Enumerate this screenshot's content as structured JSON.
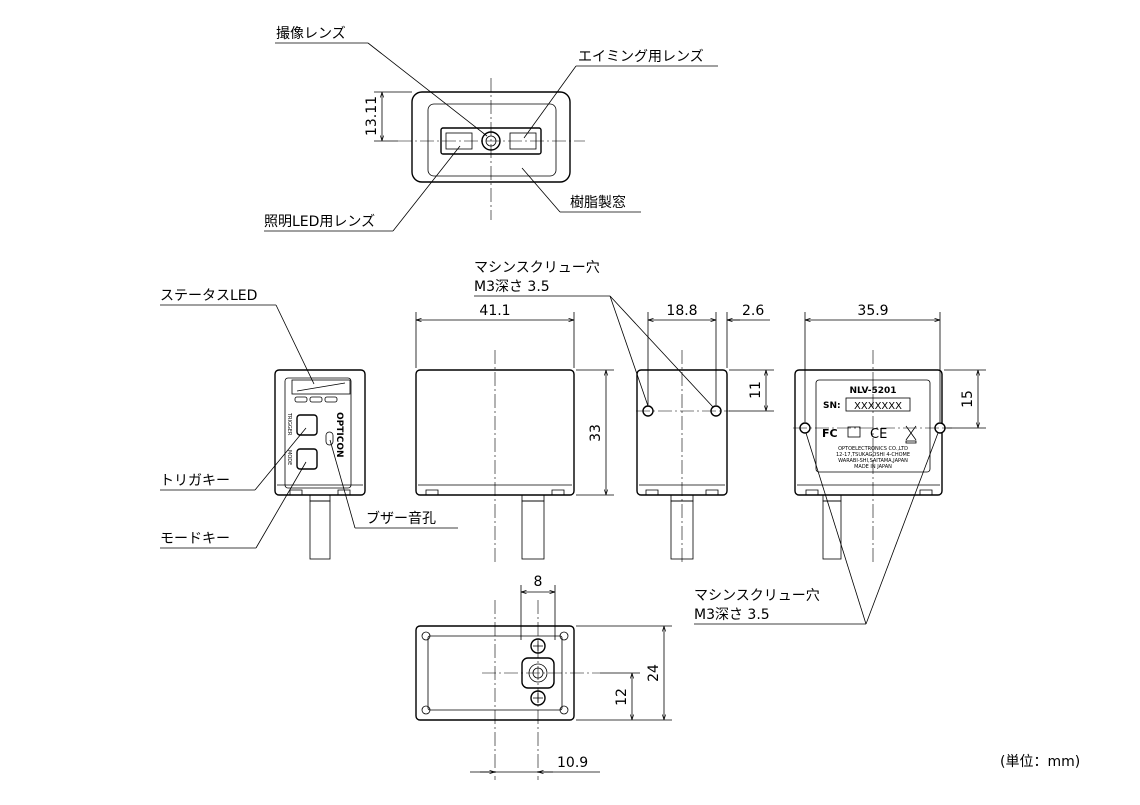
{
  "labels": {
    "imaging_lens": "撮像レンズ",
    "aiming_lens": "エイミング用レンズ",
    "led_lens": "照明LED用レンズ",
    "resin_window": "樹脂製窓",
    "status_led": "ステータスLED",
    "trigger_key": "トリガキー",
    "mode_key": "モードキー",
    "buzzer_hole": "ブザー音孔",
    "screw_hole_top_line1": "マシンスクリュー穴",
    "screw_hole_top_line2": "M3深さ 3.5",
    "screw_hole_bottom_line1": "マシンスクリュー穴",
    "screw_hole_bottom_line2": "M3深さ 3.5",
    "unit_note": "(単位：mm)"
  },
  "dimensions": {
    "front_height": "13.11",
    "side_width": "41.1",
    "side_height": "33",
    "rear_width": "18.8",
    "rear_offset": "2.6",
    "rear_hole_height": "11",
    "label_width": "35.9",
    "label_hole_height": "15",
    "bottom_hole_spacing": "8",
    "bottom_height": "24",
    "bottom_center_height": "12",
    "bottom_offset": "10.9"
  },
  "device_text": {
    "brand": "OPTICON",
    "trigger_caption": "TRIGGER",
    "mode_caption": "MODE",
    "model": "NLV-5201",
    "serial_label": "SN:",
    "serial_value": "XXXXXXX",
    "company": "OPTOELECTRONICS CO.,LTD",
    "address1": "12-17,TSUKAGOSHI 4-CHOME",
    "address2": "WARABI-SHI,SAITAMA,JAPAN",
    "made_in": "MADE IN JAPAN"
  },
  "colors": {
    "line": "#000000",
    "background": "#ffffff"
  }
}
